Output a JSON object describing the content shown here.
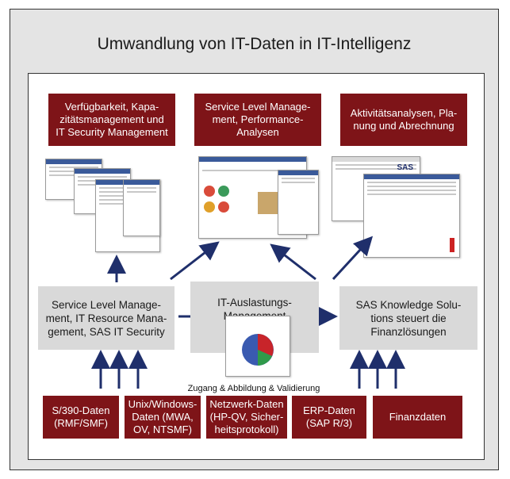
{
  "title": "Umwandlung von IT-Daten in IT-Intelligenz",
  "colors": {
    "dark_red": "#7e1418",
    "arrow_blue": "#1f2f6b",
    "grey_box": "#d9d9d9",
    "background": "#e4e4e4"
  },
  "top_boxes": [
    "Verfügbarkeit, Kapa-\nzitätsmanagement und\nIT Security Management",
    "Service Level Manage-\nment, Performance-\nAnalysen",
    "Aktivitätsanalysen, Pla-\nnung und Abrechnung"
  ],
  "middle_boxes": [
    "Service Level Manage-\nment, IT Resource Mana-\ngement, SAS IT Security",
    "IT-Auslastungs-Management",
    "SAS Knowledge Solu-\ntions steuert die\nFinanzlösungen"
  ],
  "access_label": "Zugang & Abbildung & Validierung",
  "bottom_boxes": [
    "S/390-Daten\n(RMF/SMF)",
    "Unix/Windows-\nDaten (MWA,\nOV, NTSMF)",
    "Netzwerk-Daten\n(HP-QV, Sicher-\nheitsprotokoll)",
    "ERP-Daten\n(SAP R/3)",
    "Finanzdaten"
  ],
  "screenshot_label": "SAS"
}
